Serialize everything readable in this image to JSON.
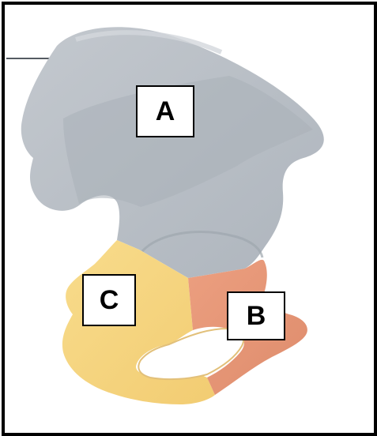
{
  "labels": {
    "a": "A",
    "b": "B",
    "c": "C"
  },
  "colors": {
    "frame": "#000000",
    "ilium": "#b9bfc6",
    "pubis": "#e8987a",
    "ischium": "#f6d57e",
    "leader_line": "#555b62"
  }
}
